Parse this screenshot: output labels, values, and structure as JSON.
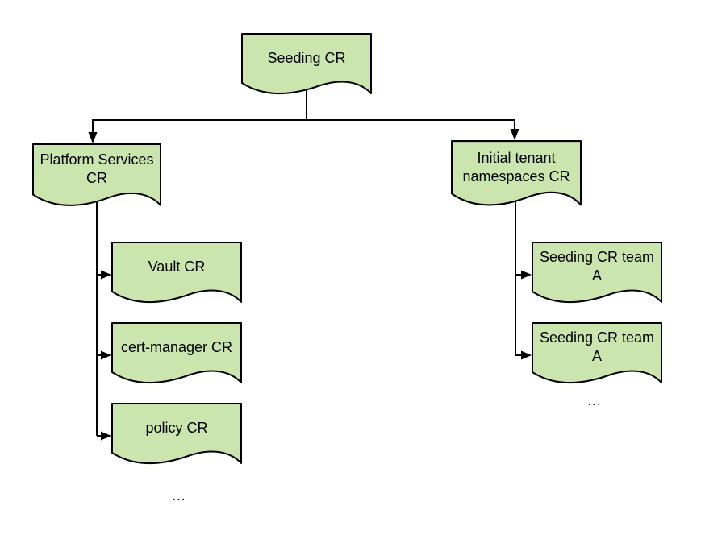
{
  "style": {
    "background": "#ffffff",
    "node_fill": "#cbe5af",
    "node_border": "#000000",
    "line_color": "#000000",
    "text_color": "#000000"
  },
  "nodes": {
    "seeding": {
      "label": "Seeding CR"
    },
    "platform_services": {
      "label": "Platform Services\nCR"
    },
    "initial_tenant": {
      "label": "Initial tenant\nnamespaces CR"
    },
    "vault": {
      "label": "Vault CR"
    },
    "cert_manager": {
      "label": "cert-manager CR"
    },
    "policy": {
      "label": "policy CR"
    },
    "team_a_1": {
      "label": "Seeding CR team\nA"
    },
    "team_a_2": {
      "label": "Seeding CR team\nA"
    }
  },
  "ellipsis": {
    "left": "...",
    "right": "..."
  }
}
